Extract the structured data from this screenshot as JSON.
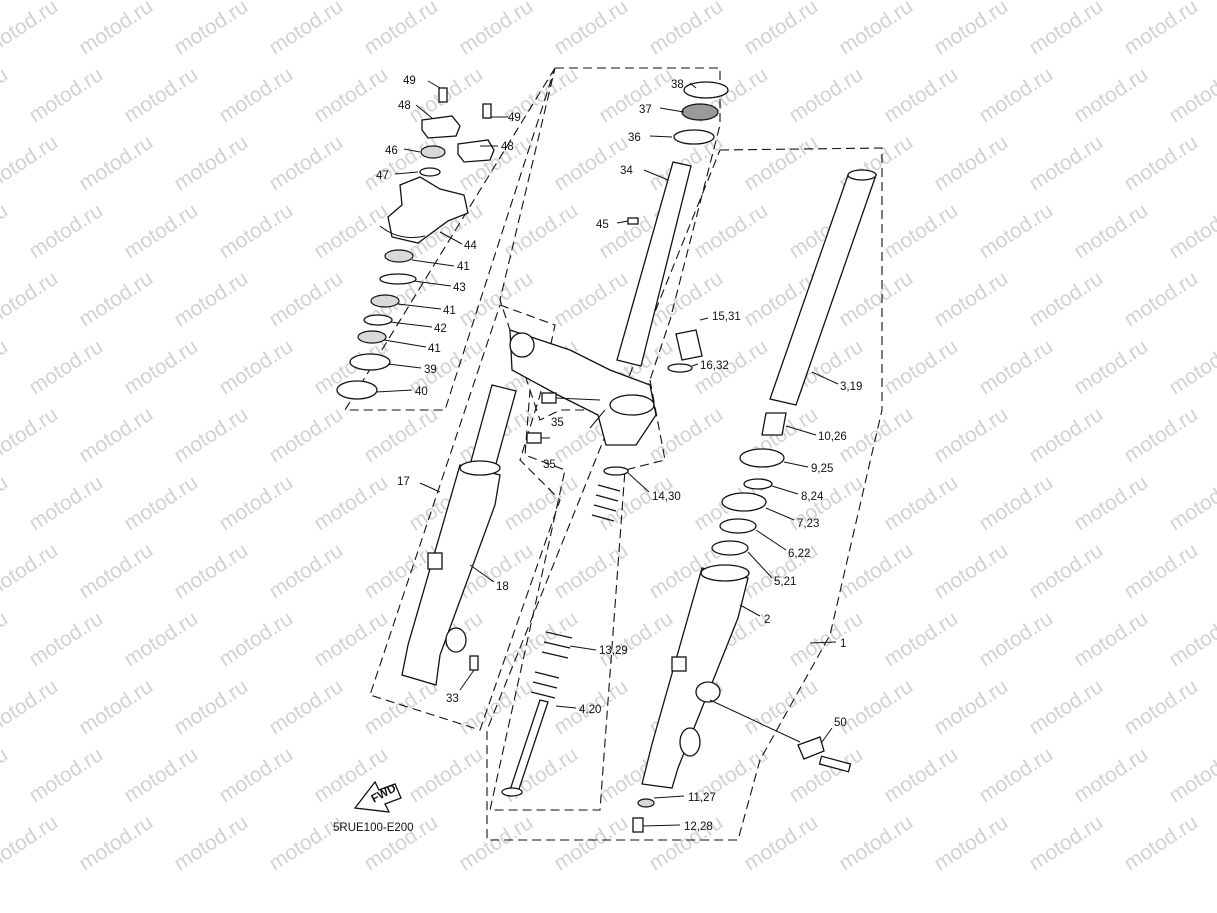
{
  "watermark": {
    "text": "motod.ru"
  },
  "diagram": {
    "code": "5RUE100-E200",
    "fwd_label": "FWD",
    "callouts": {
      "c1": "1",
      "c2": "2",
      "c3_19": "3,19",
      "c4_20": "4,20",
      "c5_21": "5,21",
      "c6_22": "6,22",
      "c7_23": "7,23",
      "c8_24": "8,24",
      "c9_25": "9,25",
      "c10_26": "10,26",
      "c11_27": "11,27",
      "c12_28": "12,28",
      "c13_29": "13,29",
      "c14_30": "14,30",
      "c15_31": "15,31",
      "c16_32": "16,32",
      "c17": "17",
      "c18": "18",
      "c33": "33",
      "c34": "34",
      "c35a": "35",
      "c35b": "35",
      "c36": "36",
      "c37": "37",
      "c38": "38",
      "c39": "39",
      "c40": "40",
      "c41a": "41",
      "c41b": "41",
      "c41c": "41",
      "c42": "42",
      "c43": "43",
      "c44": "44",
      "c45": "45",
      "c46": "46",
      "c47": "47",
      "c48a": "48",
      "c48b": "48",
      "c49a": "49",
      "c49b": "49",
      "c50": "50"
    }
  }
}
